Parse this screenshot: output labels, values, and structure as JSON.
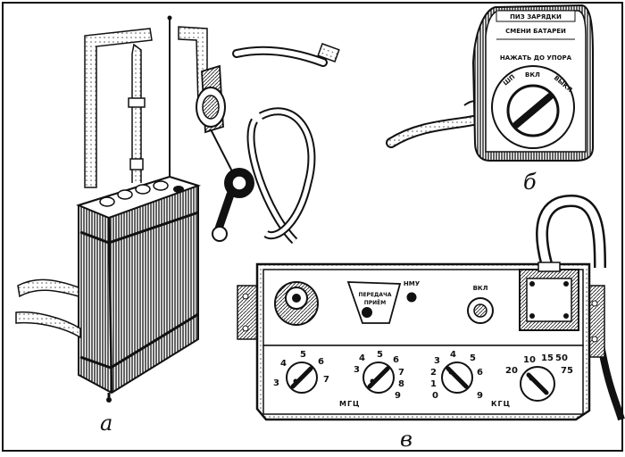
{
  "captions": {
    "a": "а",
    "b": "б",
    "v": "в"
  },
  "panel_b": {
    "line1": "ПИЗ ЗАРЯДКИ",
    "line2": "СМЕНИ БАТАРЕИ",
    "line3": "НАЖАТЬ ДО УПОРА",
    "knob_left": "ШП",
    "knob_mid": "ВКЛ",
    "knob_right": "ВЫКЛ"
  },
  "panel_v": {
    "plate_l1": "ПЕРЕДАЧА",
    "plate_l2": "ПРИЁМ",
    "lamp_label": "НМУ",
    "switch_label": "ВКЛ",
    "dial1_ticks": [
      "3",
      "4",
      "5",
      "6",
      "7"
    ],
    "dial2_ticks": [
      "3",
      "4",
      "5",
      "6",
      "7",
      "8",
      "9"
    ],
    "dial3_ticks": [
      "0",
      "1",
      "2",
      "3",
      "4",
      "5",
      "6",
      "9"
    ],
    "dial4_ticks": [
      "10",
      "15",
      "20",
      "50",
      "75"
    ],
    "unit_mhz": "МГЦ",
    "unit_khz": "КГЦ"
  },
  "colors": {
    "ink": "#111111",
    "paper": "#ffffff",
    "shade": "#8a8a8a"
  }
}
